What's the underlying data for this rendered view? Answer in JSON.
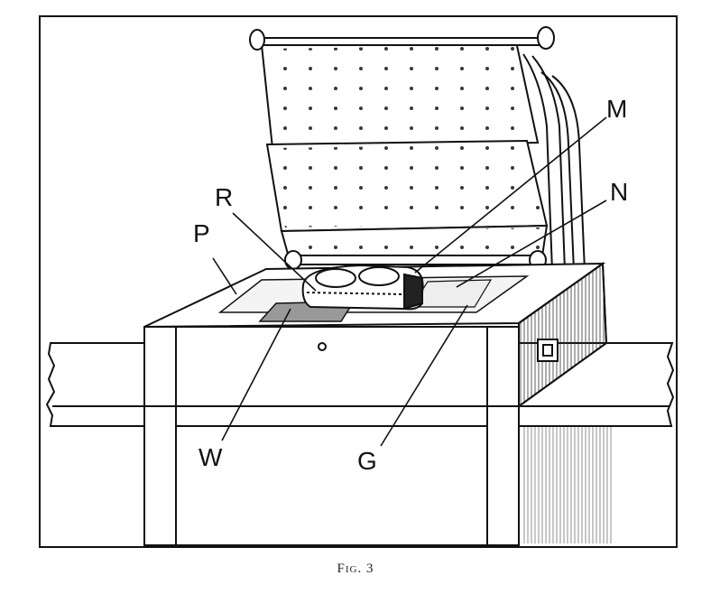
{
  "figure": {
    "labels": {
      "m": "M",
      "n": "N",
      "r": "R",
      "p": "P",
      "w": "W",
      "g": "G"
    },
    "caption": "Fig. 3"
  }
}
